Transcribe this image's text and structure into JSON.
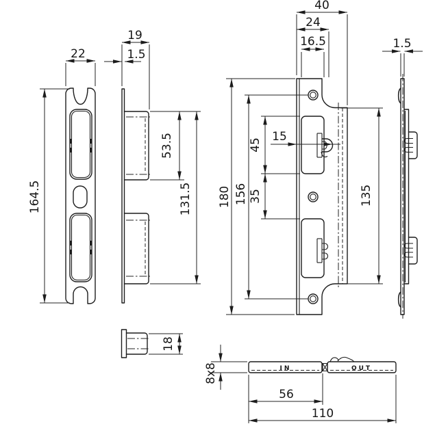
{
  "drawing_title": "mortise-latch-lock-technical-drawing",
  "colors": {
    "line": "#1c1c1c",
    "background": "#ffffff"
  },
  "labels": {
    "strike_width": "22",
    "strike_height": "164.5",
    "strike_depth": "19",
    "strike_plate_thickness": "1.5",
    "strike_box_height": "53.5",
    "strike_box_span": "131.5",
    "strike_box_depth": "18",
    "case_depth": "40",
    "faceplate_width": "24",
    "opening_width": "16.5",
    "latch_dim": "15",
    "opening_height": "45",
    "opening_gap": "35",
    "lock_height": "180",
    "screw_spacing": "156",
    "case_height": "135",
    "lock_plate_thickness": "1.5",
    "spindle_size": "8x8",
    "backset": "56",
    "case_length": "110",
    "label_in": "IN",
    "label_out": "OUT"
  }
}
